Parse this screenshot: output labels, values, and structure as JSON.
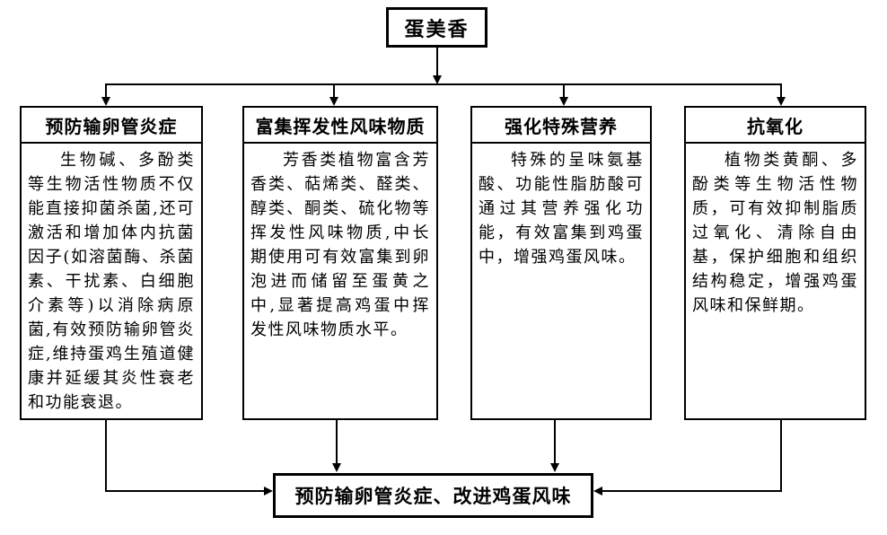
{
  "diagram": {
    "root": {
      "label": "蛋美香"
    },
    "branches": [
      {
        "title": "预防输卵管炎症",
        "body": "生物碱、多酚类等生物活性物质不仅能直接抑菌杀菌,还可激活和增加体内抗菌因子(如溶菌酶、杀菌素、干扰素、白细胞介素等)以消除病原菌,有效预防输卵管炎症,维持蛋鸡生殖道健康并延缓其炎性衰老和功能衰退。"
      },
      {
        "title": "富集挥发性风味物质",
        "body": "芳香类植物富含芳香类、萜烯类、醛类、醇类、酮类、硫化物等挥发性风味物质,中长期使用可有效富集到卵泡进而储留至蛋黄之中,显著提高鸡蛋中挥发性风味物质水平。"
      },
      {
        "title": "强化特殊营养",
        "body": "特殊的呈味氨基酸、功能性脂肪酸可通过其营养强化功能，有效富集到鸡蛋中，增强鸡蛋风味。"
      },
      {
        "title": "抗氧化",
        "body": "植物类黄酮、多酚类等生物活性物质，可有效抑制脂质过氧化、清除自由基，保护细胞和组织结构稳定，增强鸡蛋风味和保鲜期。"
      }
    ],
    "outcome": {
      "label": "预防输卵管炎症、改进鸡蛋风味"
    },
    "colors": {
      "line": "#000000",
      "text": "#000000",
      "background": "#ffffff"
    }
  }
}
